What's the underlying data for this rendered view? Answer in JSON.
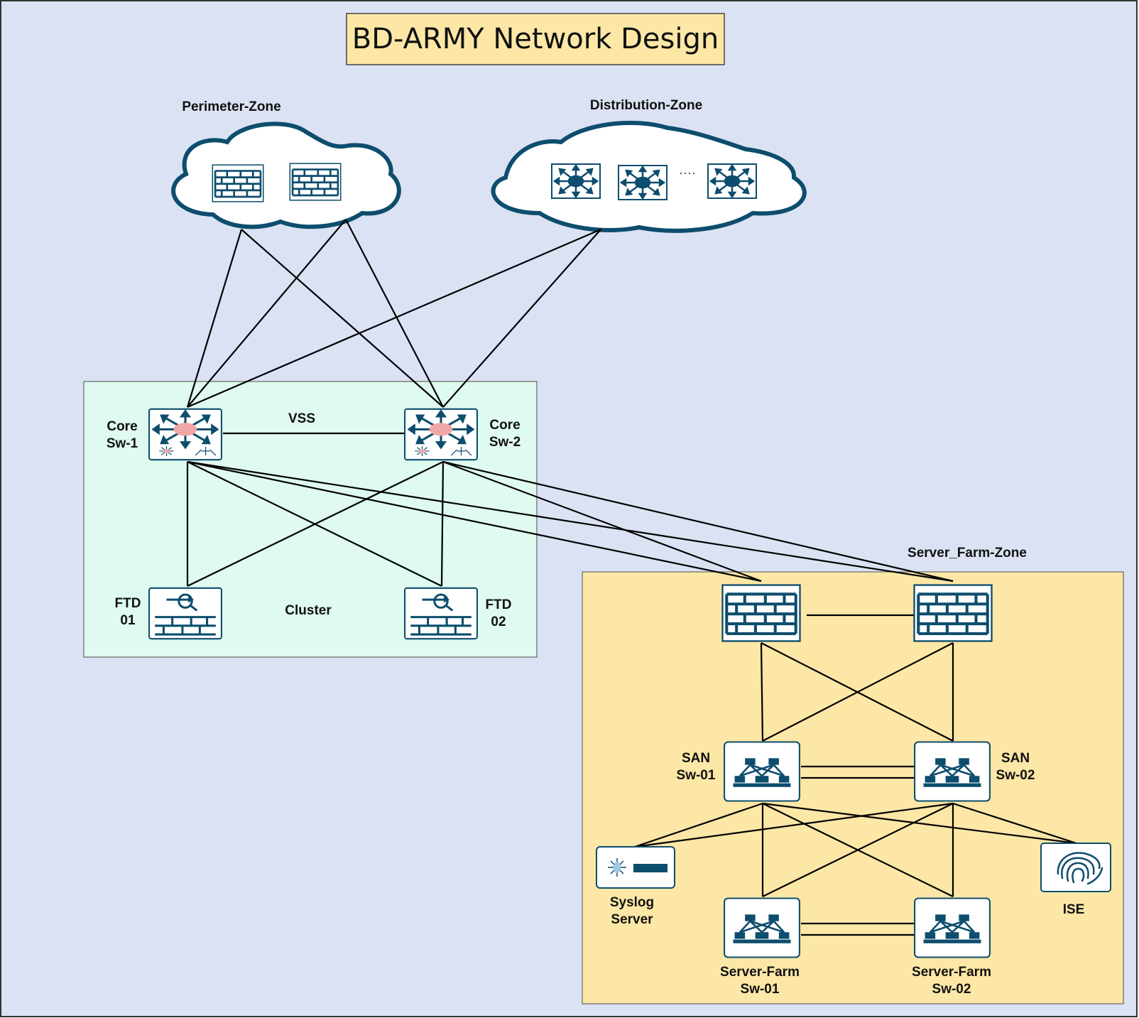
{
  "title": "BD-ARMY Network Design",
  "zones": {
    "perimeter": {
      "label": "Perimeter-Zone"
    },
    "distribution": {
      "label": "Distribution-Zone",
      "ellipsis": "····"
    },
    "server_farm": {
      "label": "Server_Farm-Zone"
    }
  },
  "core": {
    "sw1": {
      "line1": "Core",
      "line2": "Sw-1"
    },
    "sw2": {
      "line1": "Core",
      "line2": "Sw-2"
    },
    "vss_label": "VSS"
  },
  "ftd": {
    "ftd01": {
      "line1": "FTD",
      "line2": "01"
    },
    "ftd02": {
      "line1": "FTD",
      "line2": "02"
    },
    "cluster_label": "Cluster"
  },
  "san": {
    "sw01": {
      "line1": "SAN",
      "line2": "Sw-01"
    },
    "sw02": {
      "line1": "SAN",
      "line2": "Sw-02"
    }
  },
  "server_farm": {
    "sw01": {
      "line1": "Server-Farm",
      "line2": "Sw-01"
    },
    "sw02": {
      "line1": "Server-Farm",
      "line2": "Sw-02"
    }
  },
  "syslog": {
    "line1": "Syslog",
    "line2": "Server"
  },
  "ise": {
    "label": "ISE"
  },
  "colors": {
    "page_background": "#dbe2f3",
    "title_box": "#fde7a6",
    "core_zone": "#dffaee",
    "server_zone": "#fde7a6",
    "device_ink": "#0d4d6d",
    "core_accent": "#f2a7a7"
  }
}
